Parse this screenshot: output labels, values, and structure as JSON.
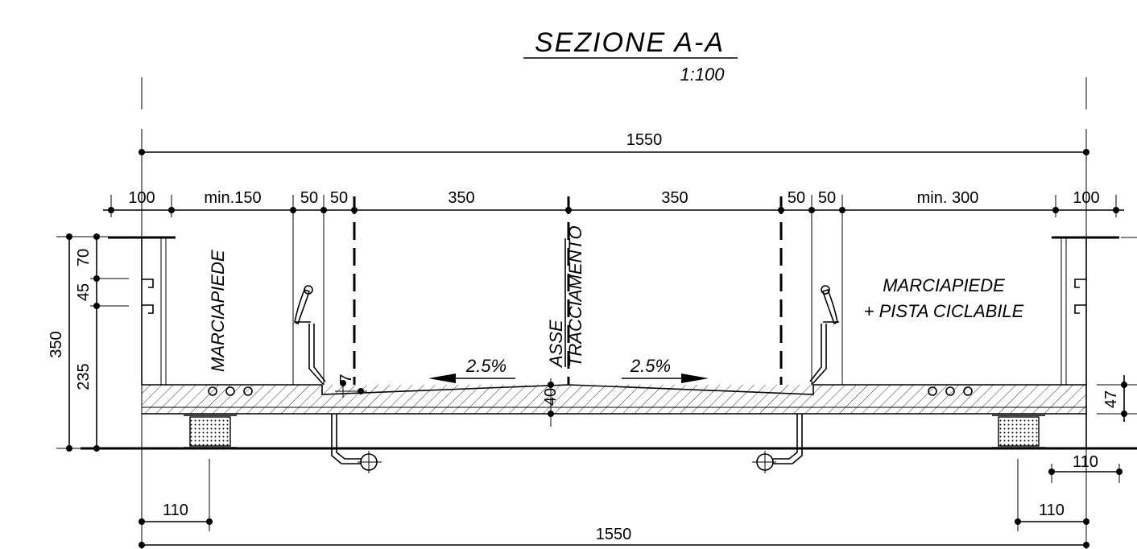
{
  "title": "SEZIONE A-A",
  "scale": "1:100",
  "dimensions": {
    "total_top": "1550",
    "total_bottom": "1550",
    "top_row": [
      "100",
      "min.150",
      "50",
      "50",
      "350",
      "350",
      "50",
      "50",
      "min. 300",
      "100"
    ],
    "left_vertical": {
      "total": "350",
      "upper": "70",
      "middle": "45",
      "lower": "235"
    },
    "right_vertical": "47",
    "center_depth": "40",
    "curb_small": "7",
    "bottom_left": "110",
    "bottom_right": "110",
    "right_side": "110"
  },
  "labels": {
    "left_walkway": "MARCIAPIEDE",
    "right_walkway_line1": "MARCIAPIEDE",
    "right_walkway_line2": "+ PISTA CICLABILE",
    "axis_line1": "ASSE",
    "axis_line2": "TRACCIAMENTO",
    "slope_left": "2.5%",
    "slope_right": "2.5%"
  }
}
